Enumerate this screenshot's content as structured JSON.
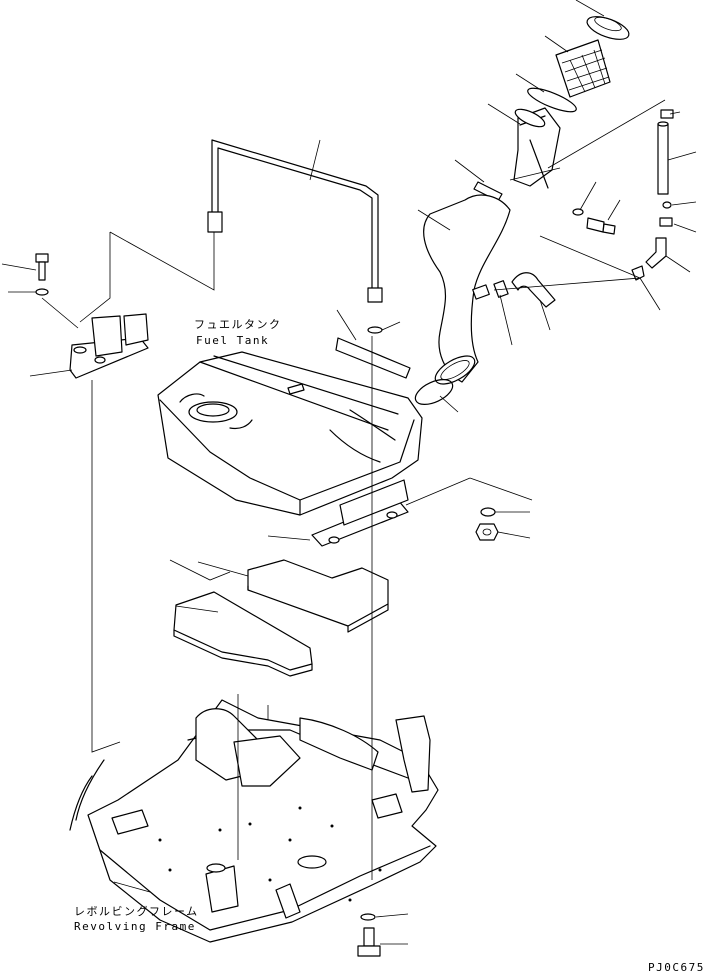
{
  "labels": {
    "fuel_tank_jp": "フュエルタンク",
    "fuel_tank_en": "Fuel Tank",
    "frame_jp": "レボルビングフレーム",
    "frame_en": "Revolving Frame",
    "drawing_code": "PJ0C675"
  }
}
